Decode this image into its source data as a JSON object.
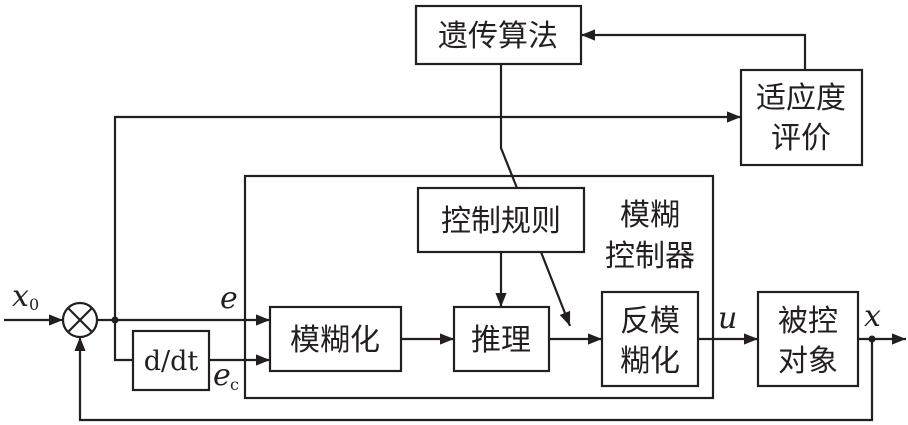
{
  "blocks": {
    "genetic_algorithm": "遗传算法",
    "fitness_line1": "适应度",
    "fitness_line2": "评价",
    "control_rules": "控制规则",
    "fuzzy_controller_line1": "模糊",
    "fuzzy_controller_line2": "控制器",
    "fuzzification": "模糊化",
    "inference": "推理",
    "defuzz_line1": "反模",
    "defuzz_line2": "糊化",
    "plant_line1": "被控",
    "plant_line2": "对象",
    "derivative": "d/dt"
  },
  "signals": {
    "x0": "x",
    "x0_sub": "0",
    "e": "e",
    "ec": "e",
    "ec_sub": "c",
    "u": "u",
    "x": "x"
  },
  "colors": {
    "stroke": "#231f20"
  }
}
